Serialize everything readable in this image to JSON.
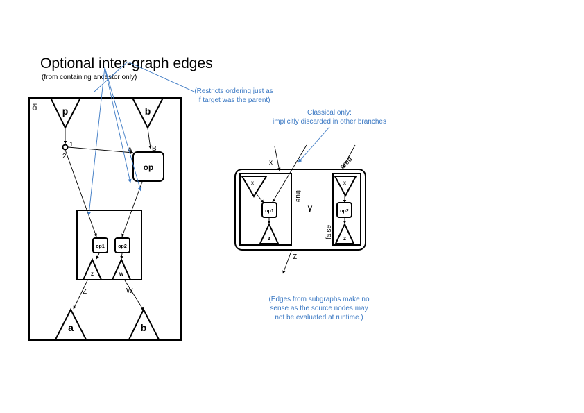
{
  "title": "Optional inter-graph edges",
  "subtitle": "(from containing ancestor only)",
  "notes": {
    "restricts": [
      "(Restricts ordering just as",
      "if target was the parent)"
    ],
    "classical": [
      "Classical only:",
      "implicitly discarded in other branches"
    ],
    "subgraphs": [
      "(Edges from subgraphs make no",
      "sense as the source nodes may",
      "not be evaluated at runtime.)"
    ]
  },
  "left_graph": {
    "label": "δ",
    "input_p": "p",
    "input_b": "b",
    "port_1": "1",
    "port_2": "2",
    "port_A": "A",
    "port_B": "B",
    "op": "op",
    "op1": "op1",
    "op2": "op2",
    "out_z": "z",
    "out_w": "w",
    "edge_Z": "Z",
    "edge_W": "W",
    "output_a": "a",
    "output_b": "b"
  },
  "right_graph": {
    "label": "γ",
    "edge_x": "x",
    "edge_pred": "pred",
    "edge_Z": "Z",
    "true_branch": "true",
    "false_branch": "false",
    "true_input": "x",
    "false_input": "x",
    "true_op": "op1",
    "false_op": "op2",
    "true_out": "z",
    "false_out": "z"
  },
  "colors": {
    "annotation": "#3a78c3",
    "stroke": "#000000"
  }
}
